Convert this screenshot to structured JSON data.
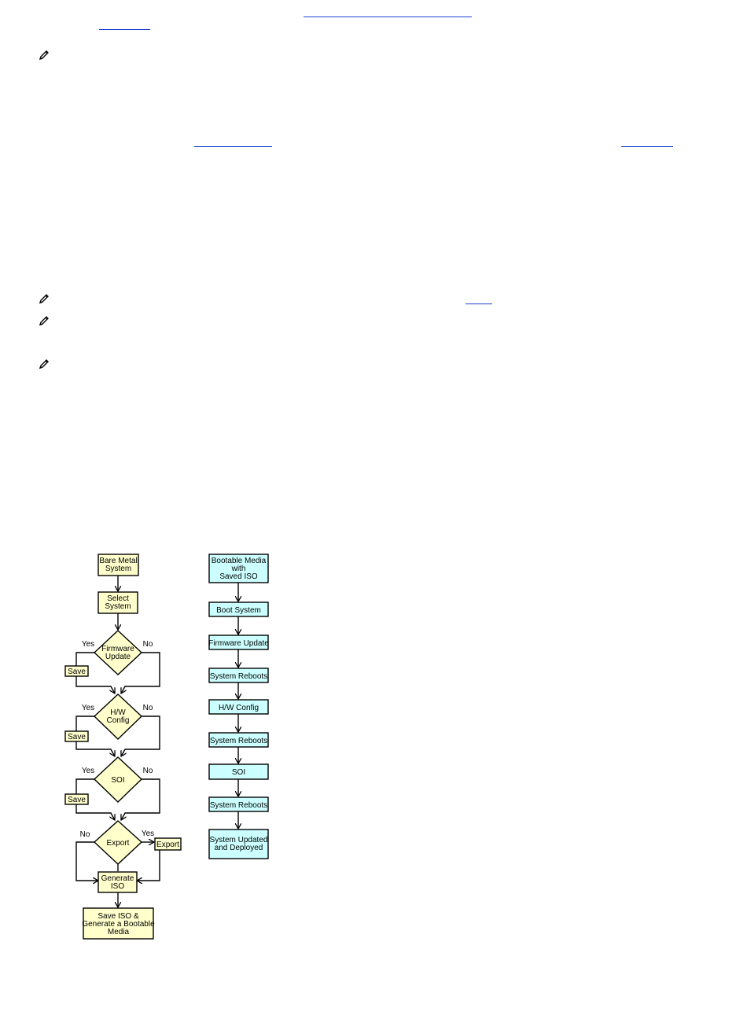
{
  "note_icon": "pencil-note-icon",
  "link_color": "#1b3fd0",
  "colors": {
    "node_yellow": "#ffffcc",
    "node_cyan": "#ccffff"
  },
  "flow_left": {
    "bare_metal": [
      "Bare Metal",
      "System"
    ],
    "select_system": [
      "Select",
      "System"
    ],
    "firmware_update": [
      "Firmware",
      "Update"
    ],
    "hw_config": [
      "H/W",
      "Config"
    ],
    "soi": [
      "SOI"
    ],
    "export": [
      "Export"
    ],
    "generate_iso": [
      "Generate",
      "ISO"
    ],
    "save_iso": [
      "Save ISO &",
      "Generate a Bootable",
      "Media"
    ],
    "save_label": "Save",
    "export_label": "Export",
    "yes": "Yes",
    "no": "No"
  },
  "flow_right": {
    "bootable_media": [
      "Bootable Media",
      "with",
      "Saved ISO"
    ],
    "boot_system": "Boot System",
    "firmware_update": "Firmware Update",
    "reboot_1": "System Reboots",
    "hw_config": "H/W Config",
    "reboot_2": "System Reboots",
    "soi": "SOI",
    "reboot_3": "System Reboots",
    "deployed": [
      "System Updated",
      "and Deployed"
    ]
  }
}
